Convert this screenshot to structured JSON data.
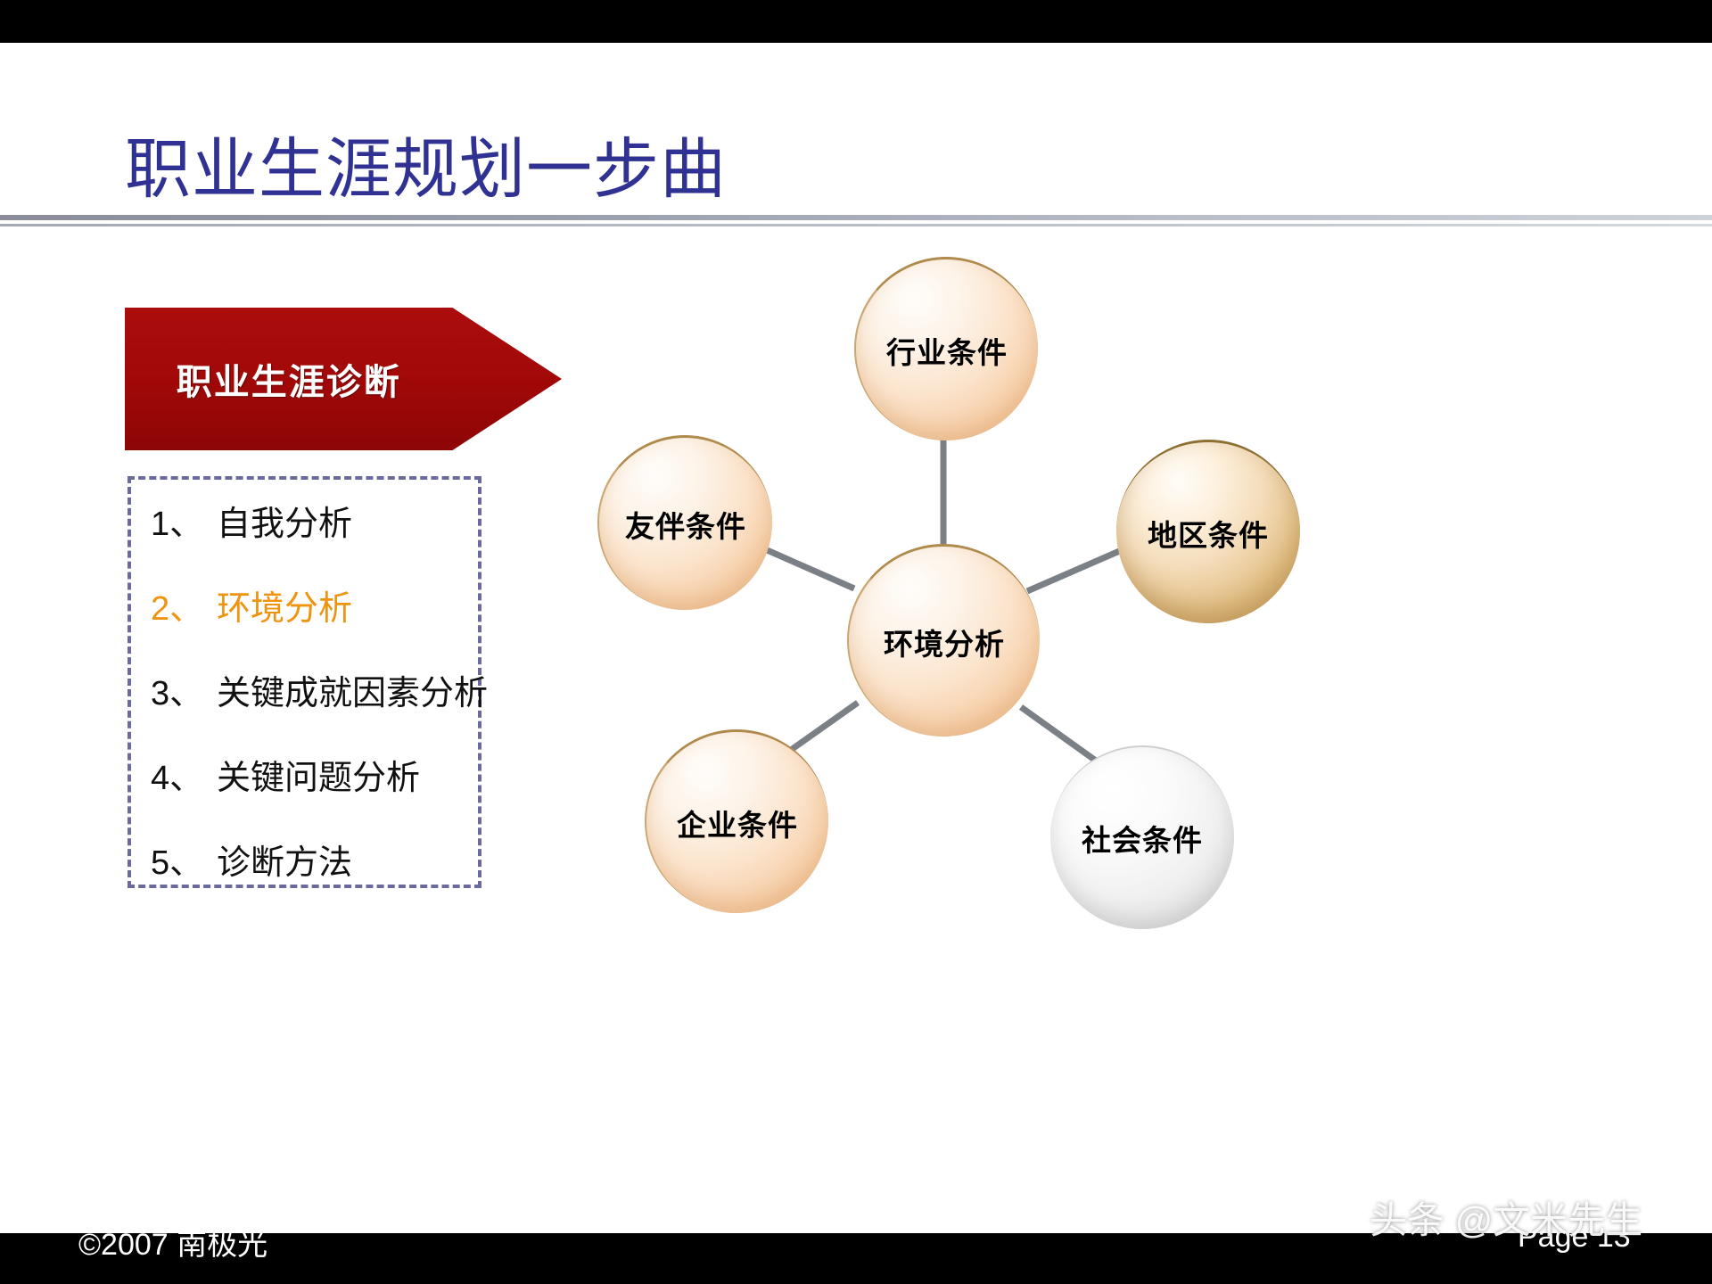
{
  "slide": {
    "title": "职业生涯规划一步曲",
    "title_color": "#2f3293",
    "background": "#ffffff"
  },
  "banner": {
    "label": "职业生涯诊断",
    "fill_color": "#a50b0b",
    "text_color": "#ffffff",
    "shape": "right-arrow-pentagon"
  },
  "outline": {
    "border_color": "#6a6a9c",
    "border_style": "dashed",
    "highlight_color": "#f0930f",
    "items": [
      {
        "num": "1、",
        "label": "自我分析",
        "highlighted": false
      },
      {
        "num": "2、",
        "label": "环境分析",
        "highlighted": true
      },
      {
        "num": "3、",
        "label": "关键成就因素分析",
        "highlighted": false
      },
      {
        "num": "4、",
        "label": "关键问题分析",
        "highlighted": false
      },
      {
        "num": "5、",
        "label": "诊断方法",
        "highlighted": false
      }
    ]
  },
  "diagram": {
    "type": "radial-hub-and-spoke",
    "link_color": "#7b7f86",
    "center": {
      "label": "环境分析"
    },
    "nodes": [
      {
        "id": "industry",
        "label": "行业条件"
      },
      {
        "id": "region",
        "label": "地区条件"
      },
      {
        "id": "society",
        "label": "社会条件"
      },
      {
        "id": "company",
        "label": "企业条件"
      },
      {
        "id": "peers",
        "label": "友伴条件"
      }
    ]
  },
  "footer": {
    "copyright": "©2007 南极光",
    "page": "Page 13",
    "watermark": "头条 @文米先生"
  }
}
